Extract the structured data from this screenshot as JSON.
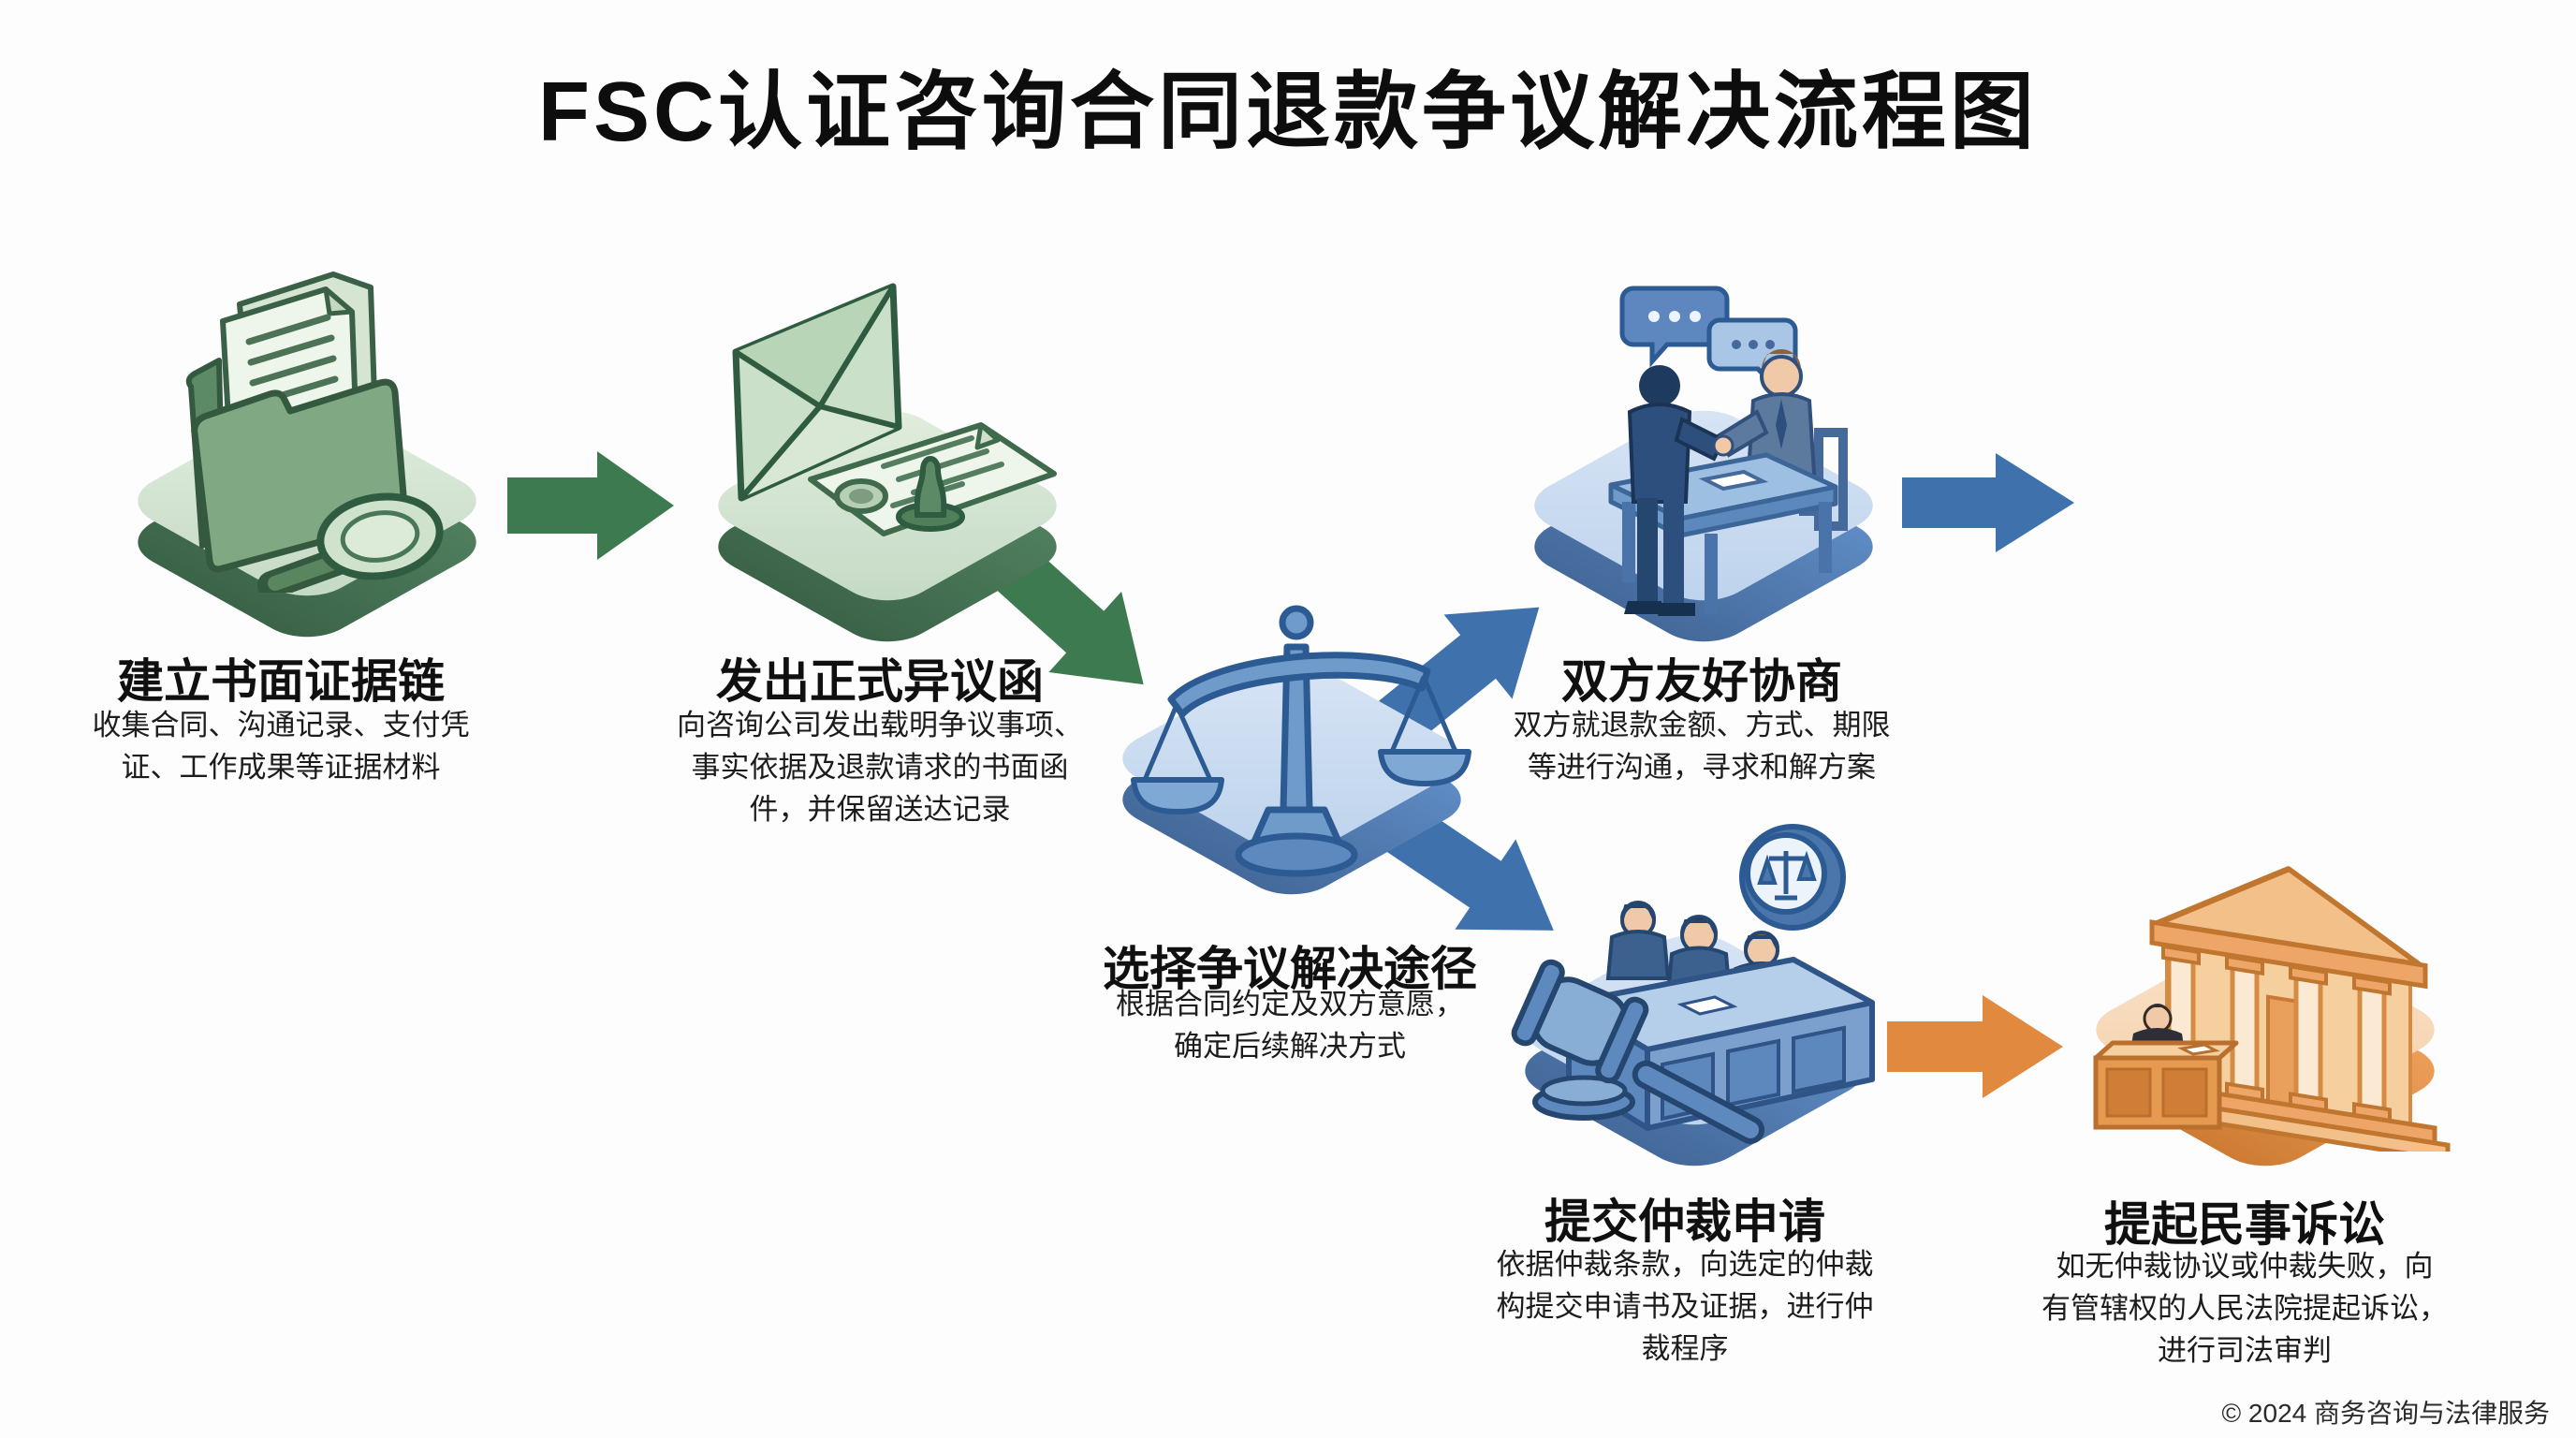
{
  "title": "FSC认证咨询合同退款争议解决流程图",
  "footer": "© 2024 商务咨询与法律服务",
  "palette": {
    "green_arrow": "#3d7a50",
    "blue_arrow": "#3f72ad",
    "orange_arrow": "#e0893f",
    "green_platform_top": "#cfe2ce",
    "green_platform_side": "#4f7f5e",
    "blue_platform_top": "#c9daf0",
    "blue_platform_side": "#5b87c0",
    "orange_platform_top": "#f8dcc1",
    "orange_platform_side": "#eb9d58"
  },
  "steps": [
    {
      "id": "evidence-chain",
      "title": "建立书面证据链",
      "desc": "收集合同、沟通记录、支付凭\n证、工作成果等证据材料",
      "icon": "folder-documents-magnifier-icon",
      "color": "green"
    },
    {
      "id": "objection-letter",
      "title": "发出正式异议函",
      "desc": "向咨询公司发出载明争议事项、\n事实依据及退款请求的书面函\n件，并保留送达记录",
      "icon": "envelope-document-stamp-icon",
      "color": "green"
    },
    {
      "id": "choose-resolution-path",
      "title": "选择争议解决途径",
      "desc": "根据合同约定及双方意愿，\n确定后续解决方式",
      "icon": "scales-of-justice-icon",
      "color": "blue"
    },
    {
      "id": "friendly-negotiation",
      "title": "双方友好协商",
      "desc": "双方就退款金额、方式、期限\n等进行沟通，寻求和解方案",
      "icon": "handshake-table-icon",
      "color": "blue"
    },
    {
      "id": "arbitration-application",
      "title": "提交仲裁申请",
      "desc": "依据仲裁条款，向选定的仲裁\n构提交申请书及证据，进行仲\n裁程序",
      "icon": "gavel-tribunal-icon",
      "color": "blue"
    },
    {
      "id": "civil-lawsuit",
      "title": "提起民事诉讼",
      "desc": "如无仲裁协议或仲裁失败，向\n有管辖权的人民法院提起诉讼，\n进行司法审判",
      "icon": "courthouse-icon",
      "color": "orange"
    }
  ]
}
